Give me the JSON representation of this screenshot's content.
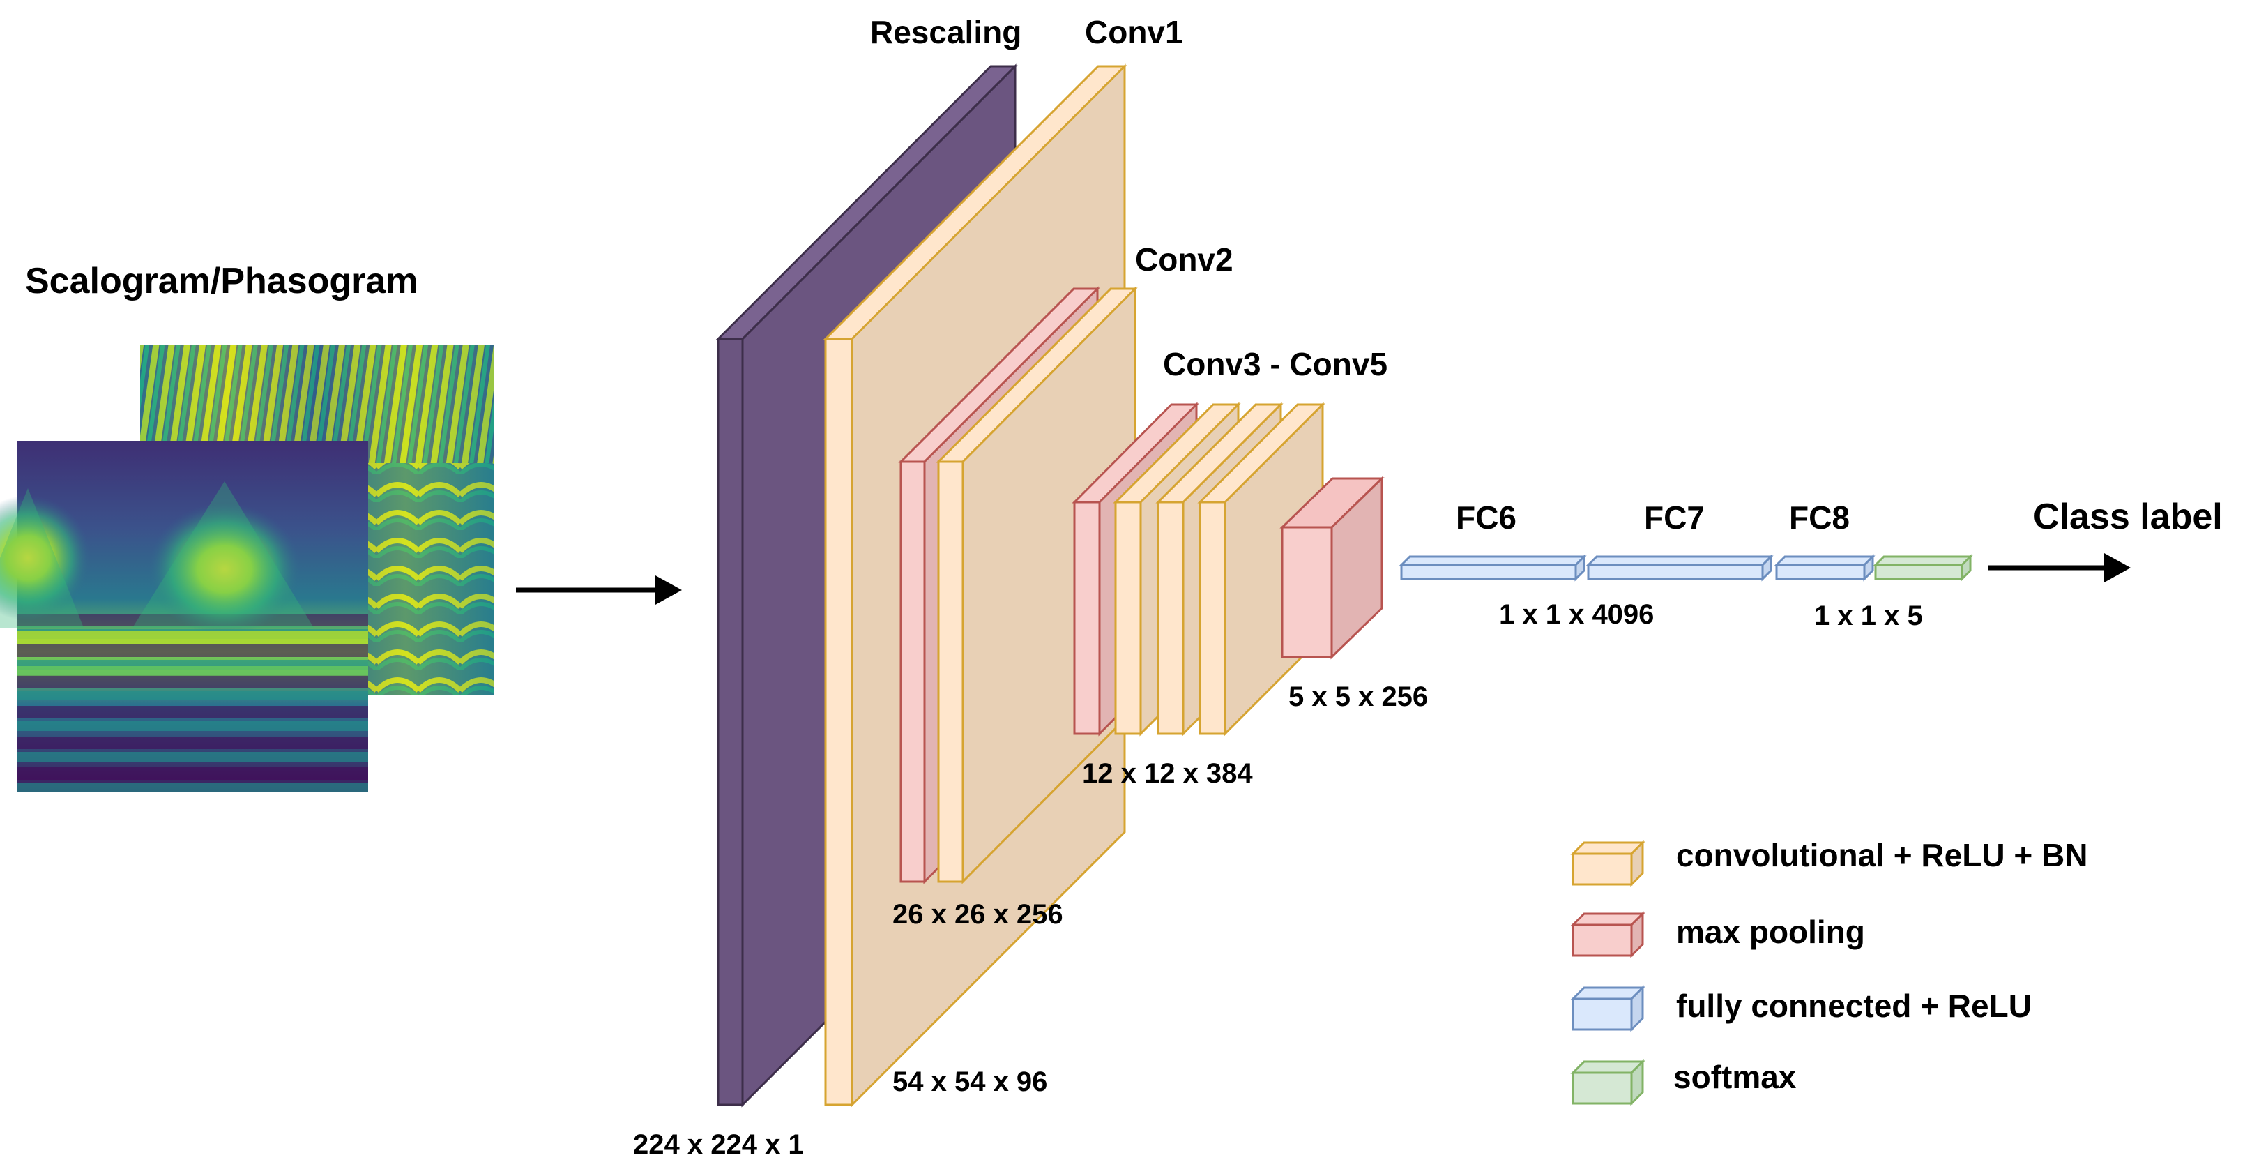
{
  "input": {
    "title": "Scalogram/Phasogram",
    "images": [
      "scalogram",
      "phasogram"
    ]
  },
  "layers": {
    "rescaling": "Rescaling",
    "conv1": "Conv1",
    "conv2": "Conv2",
    "conv3_5": "Conv3  - Conv5",
    "fc6": "FC6",
    "fc7": "FC7",
    "fc8": "FC8",
    "output": "Class label"
  },
  "dims": {
    "input": "224 x 224 x 1",
    "conv1": "54 x 54 x 96",
    "conv2": "26 x 26 x 256",
    "conv3_5": "12 x 12 x 384",
    "pool5": "5 x 5 x 256",
    "fc": "1 x 1 x 4096",
    "softmax": "1 x 1 x 5"
  },
  "legend": [
    {
      "label": "convolutional + ReLU + BN",
      "icon": "conv-block-icon",
      "color": "#ffe6cc"
    },
    {
      "label": "max pooling",
      "icon": "pool-block-icon",
      "color": "#f8cecc"
    },
    {
      "label": "fully connected + ReLU",
      "icon": "fc-block-icon",
      "color": "#dae8fc"
    },
    {
      "label": "softmax",
      "icon": "softmax-block-icon",
      "color": "#d5e8d4"
    }
  ],
  "colors": {
    "rescaling": "#6b5580",
    "conv_face": "#ffe6cc",
    "conv_side": "#e8d0b5",
    "conv_stroke": "#d6a431",
    "pool_face": "#f8cecc",
    "pool_side": "#e2b4b3",
    "pool_stroke": "#b85450",
    "fc_face": "#dae8fc",
    "fc_stroke": "#6c8ebf",
    "softmax_face": "#d5e8d4",
    "softmax_stroke": "#82b366"
  }
}
